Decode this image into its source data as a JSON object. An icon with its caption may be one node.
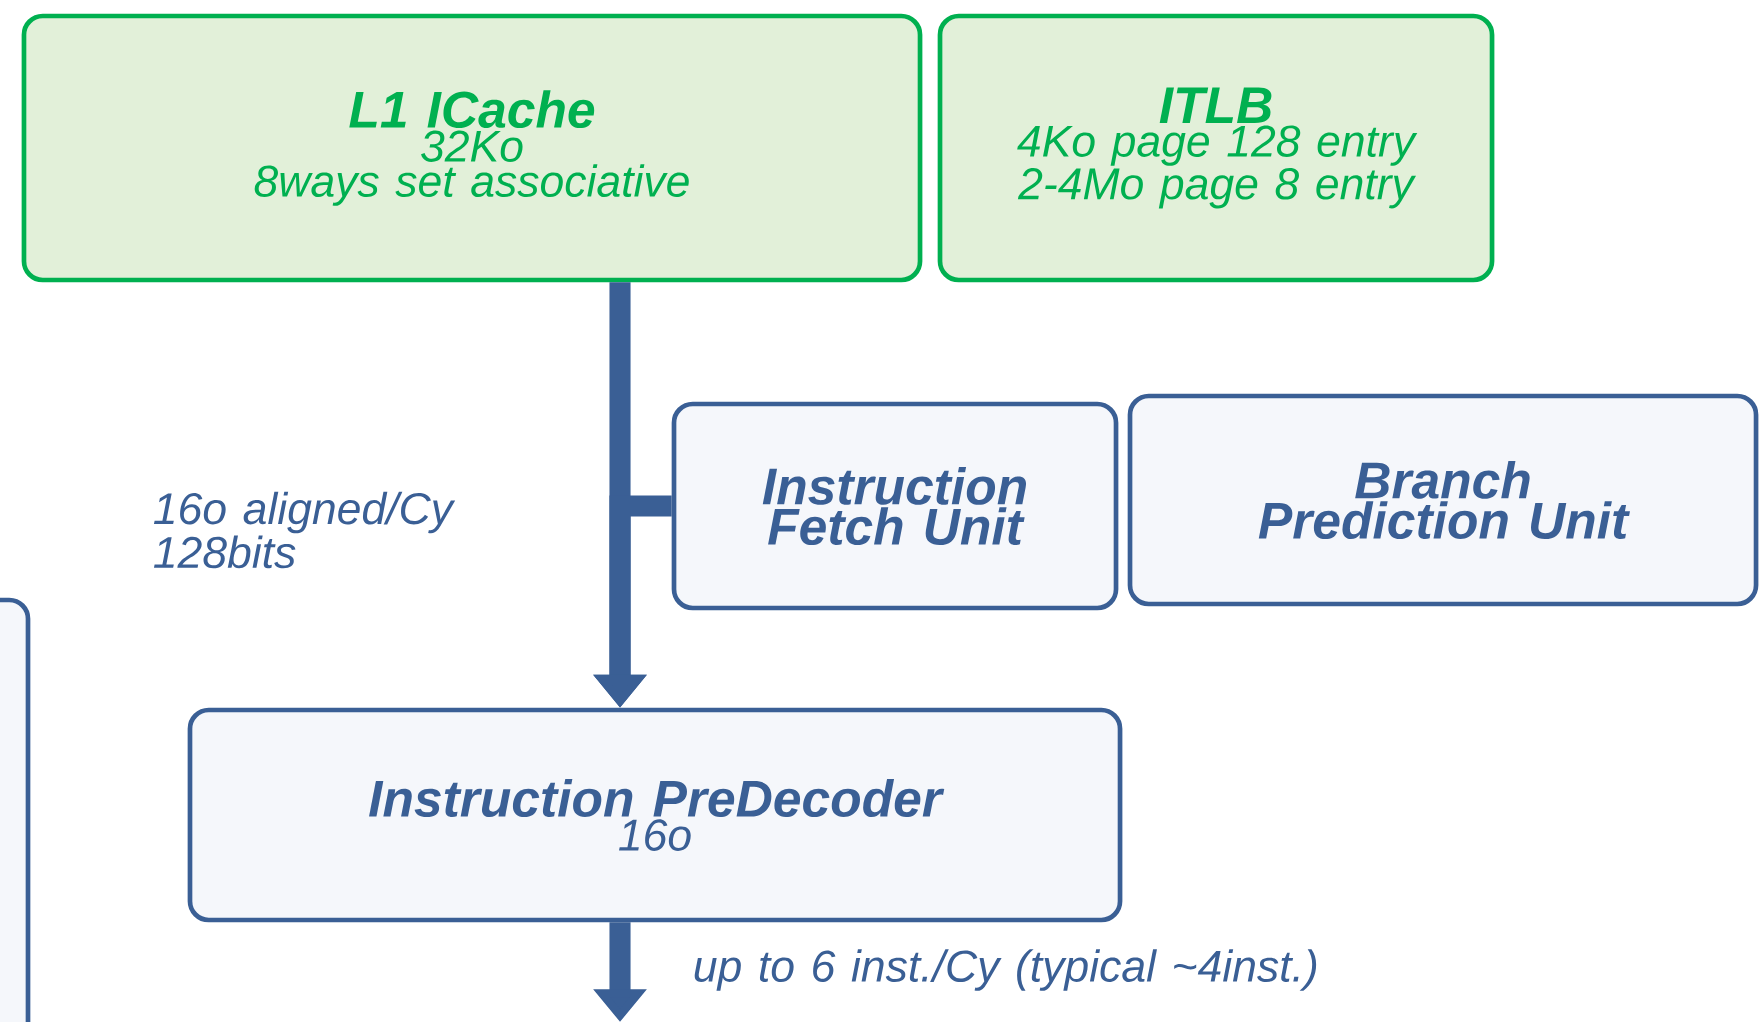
{
  "diagram": {
    "nodes": [
      {
        "text": [
          "L1 ICache",
          "32Ko",
          "8ways set associative"
        ]
      },
      {
        "text": [
          "ITLB",
          "4Ko page 128 entry",
          "2-4Mo page 8 entry"
        ]
      },
      {
        "text": [
          "Instruction Fetch Unit"
        ]
      },
      {
        "text": [
          "Branch Prediction Unit"
        ]
      },
      {
        "text": [
          "Instruction PreDecoder",
          "16o"
        ]
      },
      {
        "text": [],
        "shape": "box"
      }
    ],
    "edges": [
      {
        "from": 0,
        "to": 4,
        "arrow": "to",
        "label": "16o aligned/Cy 128bits"
      },
      {
        "from": 2,
        "to": 4,
        "arrow": "to"
      },
      {
        "from": 4,
        "to": null,
        "arrow": "to",
        "label": "up to 6 inst./Cy (typical  ~4inst.)"
      }
    ]
  }
}
